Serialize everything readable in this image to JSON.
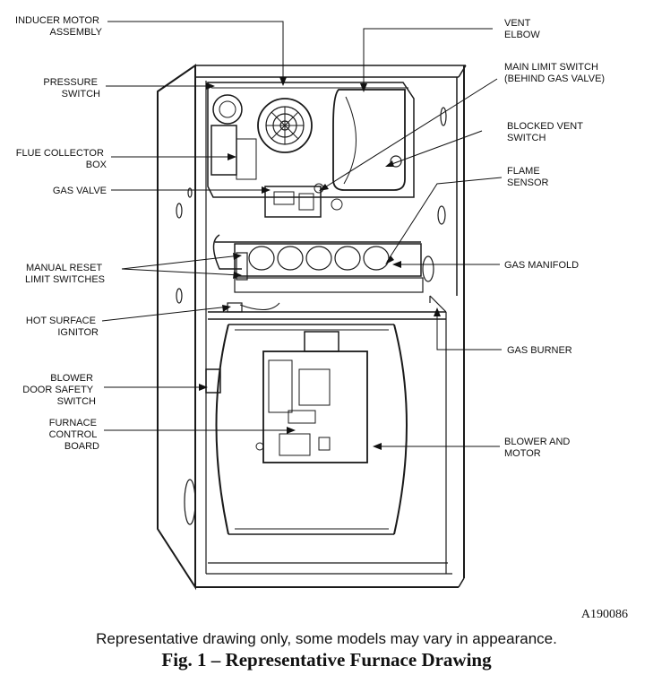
{
  "labels": {
    "inducer_motor": [
      "INDUCER MOTOR",
      "ASSEMBLY"
    ],
    "pressure_switch": [
      "PRESSURE",
      "SWITCH"
    ],
    "flue_collector": [
      "FLUE COLLECTOR",
      "BOX"
    ],
    "gas_valve": [
      "GAS VALVE"
    ],
    "manual_reset": [
      "MANUAL RESET",
      "LIMIT SWITCHES"
    ],
    "hot_surface": [
      "HOT SURFACE",
      "IGNITOR"
    ],
    "blower_door": [
      "BLOWER",
      "DOOR SAFETY",
      "SWITCH"
    ],
    "control_board": [
      "FURNACE",
      "CONTROL",
      "BOARD"
    ],
    "vent_elbow": [
      "VENT",
      "ELBOW"
    ],
    "main_limit": [
      "MAIN LIMIT SWITCH",
      "(BEHIND GAS VALVE)"
    ],
    "blocked_vent": [
      "BLOCKED VENT",
      "SWITCH"
    ],
    "flame_sensor": [
      "FLAME",
      "SENSOR"
    ],
    "gas_manifold": [
      "GAS MANIFOLD"
    ],
    "gas_burner": [
      "GAS BURNER"
    ],
    "blower_motor": [
      "BLOWER AND",
      "MOTOR"
    ]
  },
  "figure_id": "A190086",
  "note": "Representative drawing only, some models may vary in appearance.",
  "caption": "Fig. 1 – Representative Furnace Drawing"
}
